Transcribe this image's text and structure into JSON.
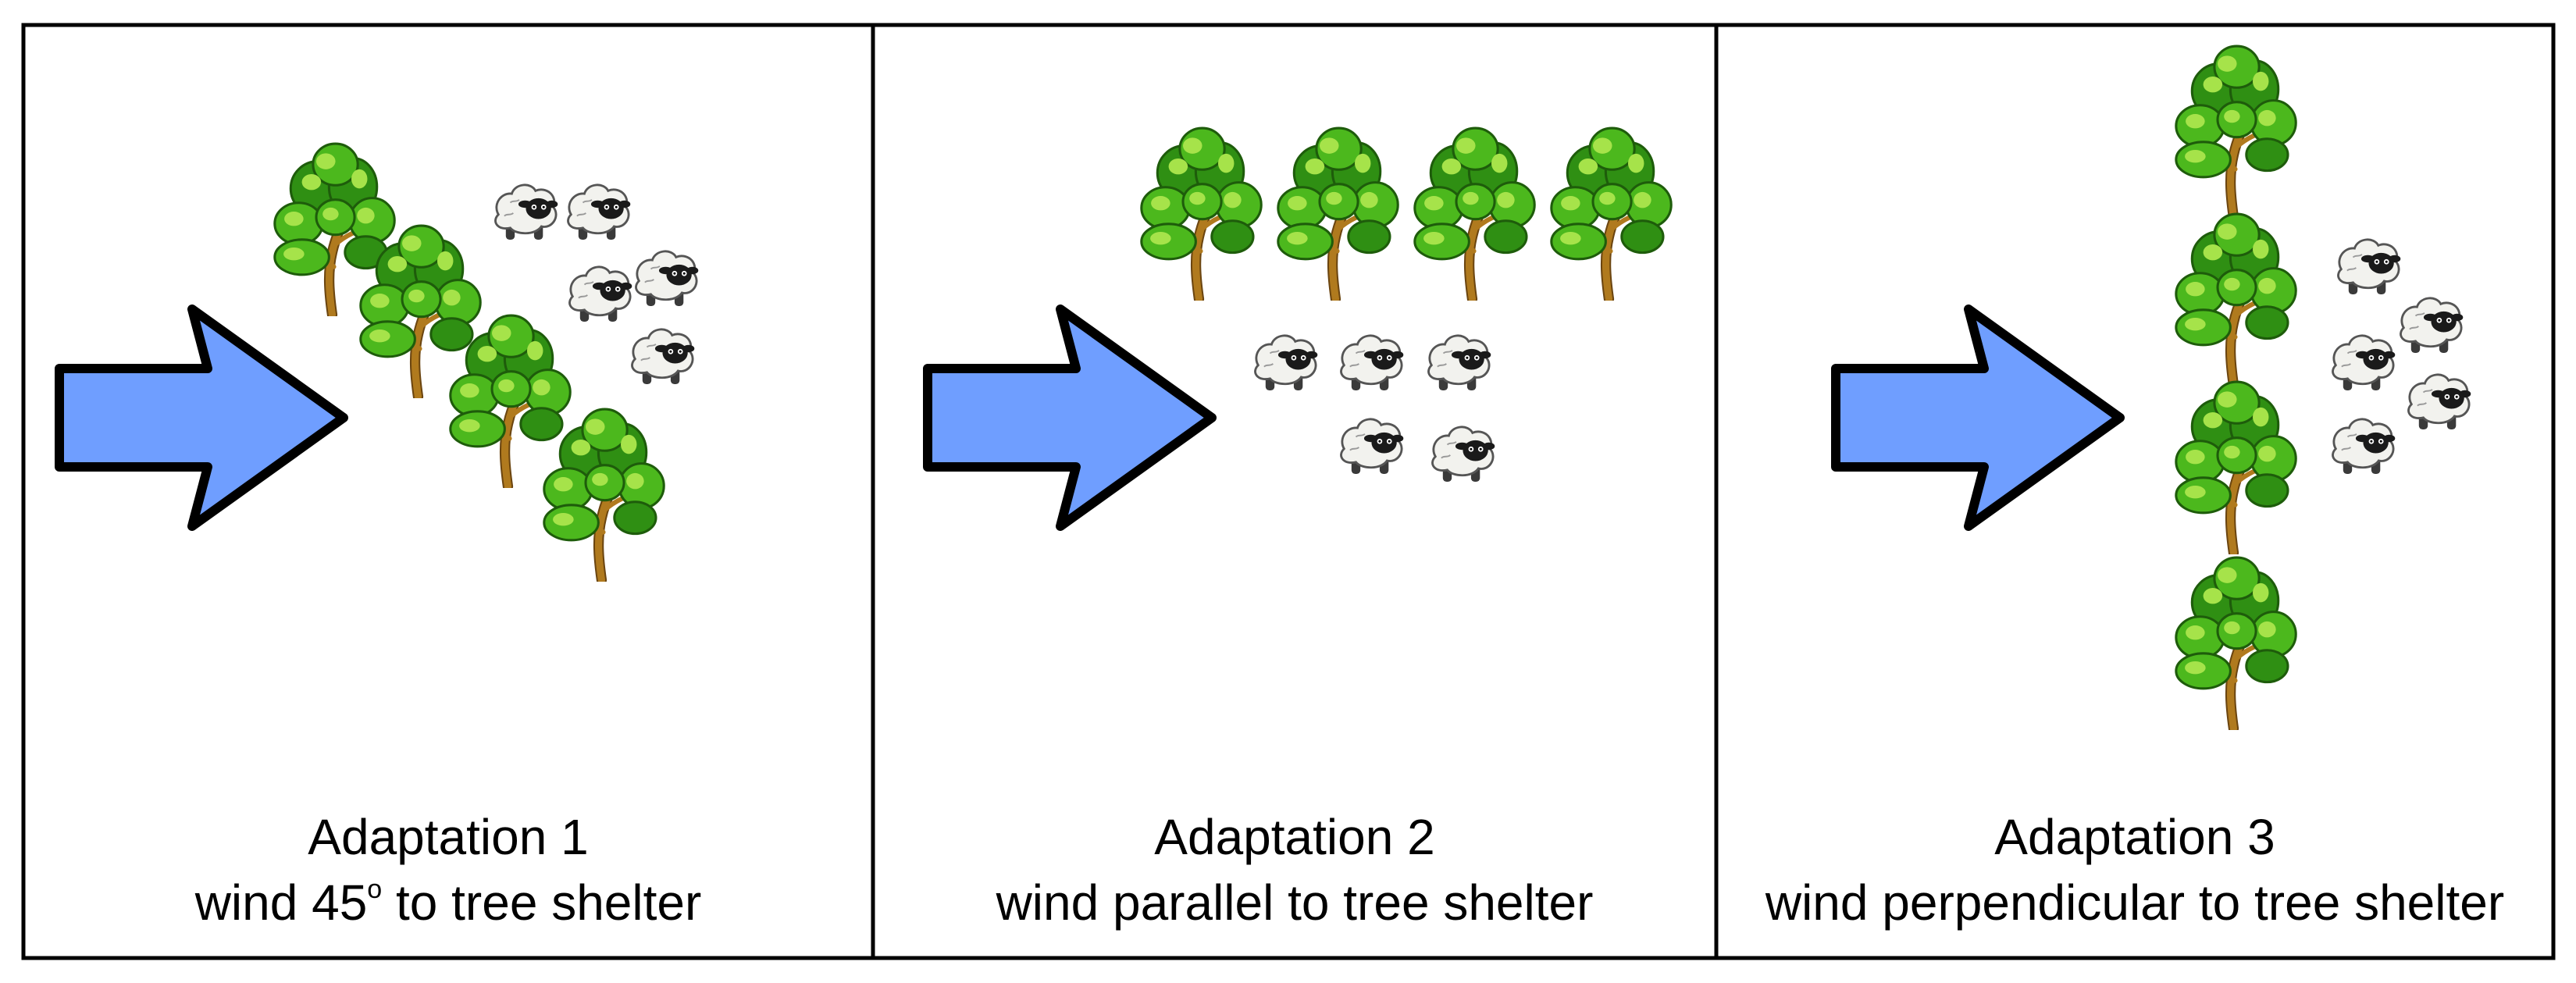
{
  "colors": {
    "arrow_fill": "#6f9eff",
    "outline": "#000000",
    "tree_leaf_dark": "#2f8f13",
    "tree_leaf": "#4cb81d",
    "tree_leaf_light": "#a6e34a",
    "tree_trunk": "#b07a1e",
    "sheep_wool": "#f2f2ee",
    "sheep_face": "#1a1a1a",
    "sheep_legs": "#3a3a3a"
  },
  "icons": {
    "arrow": "wind-arrow-icon",
    "tree": "tree-icon",
    "sheep": "sheep-icon"
  },
  "panels": [
    {
      "id": "adaptation-1",
      "title": "Adaptation 1",
      "caption_prefix": "wind 45",
      "caption_superscript": "o",
      "caption_suffix": " to tree shelter",
      "layout": "diagonal",
      "tree_count": 4,
      "sheep_count": 5
    },
    {
      "id": "adaptation-2",
      "title": "Adaptation 2",
      "caption_prefix": "wind parallel to tree shelter",
      "caption_superscript": "",
      "caption_suffix": "",
      "layout": "parallel",
      "tree_count": 4,
      "sheep_count": 5
    },
    {
      "id": "adaptation-3",
      "title": "Adaptation 3",
      "caption_prefix": "wind perpendicular to tree shelter",
      "caption_superscript": "",
      "caption_suffix": "",
      "layout": "perpendicular",
      "tree_count": 4,
      "sheep_count": 5
    }
  ]
}
